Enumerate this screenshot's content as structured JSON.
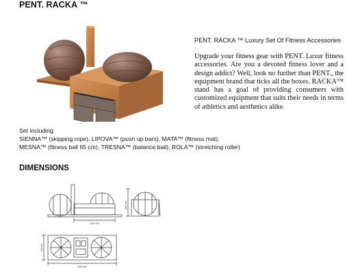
{
  "product": {
    "title": "PENT. RACKA ™",
    "subtitle": "PENT. RACKA ™ Luxury Set Of Fitness Accessories",
    "description": "Upgrade your fitness gear with PENT. Luxur fitness accessories. Are you a devoted fitness lover and a design addict? Well, look no further than PENT., the equipment brand that ticks all the boxes. RACKA™ stand has a goal of providing consumers with customized equipment that suits their needs in terms of athletics and aesthetics alike."
  },
  "set_including": {
    "heading": "Set including:",
    "line1": "SIENNA™ (skipping rope), LIPOVA™ (push up bars), MATA™ (fitness mat),",
    "line2": "MESNA™ (fitness ball 65 cm), TRESNA™ (balance ball), ROLA™ (stretching roller)"
  },
  "dimensions": {
    "heading": "DIMENSIONS",
    "front_width": "1000 mm",
    "side_height": "650 mm",
    "top_depth": "730 mm",
    "top_width": "1400 mm"
  },
  "colors": {
    "wood": "#c8844b",
    "wood_dark": "#8e5a2d",
    "bronze": "#7d5c4b",
    "drawing_line": "#333333"
  }
}
